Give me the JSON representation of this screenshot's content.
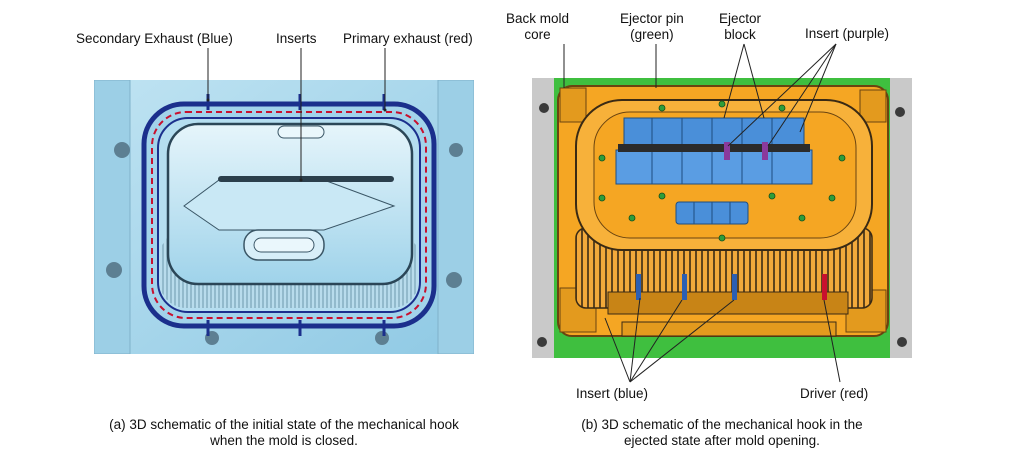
{
  "panel_a": {
    "labels": {
      "secondary_exhaust": "Secondary Exhaust (Blue)",
      "inserts": "Inserts",
      "primary_exhaust": "Primary exhaust (red)"
    },
    "caption_line1": "(a) 3D schematic of the initial state of the mechanical hook",
    "caption_line2": "when the mold is closed."
  },
  "panel_b": {
    "labels": {
      "back_mold_core_1": "Back mold",
      "back_mold_core_2": "core",
      "ejector_pin_1": "Ejector pin",
      "ejector_pin_2": "(green)",
      "ejector_block_1": "Ejector",
      "ejector_block_2": "block",
      "insert_purple": "Insert (purple)",
      "insert_blue": "Insert (blue)",
      "driver_red": "Driver (red)"
    },
    "caption_line1": "(b) 3D schematic of the mechanical hook in the",
    "caption_line2": "ejected state after mold opening."
  },
  "colors": {
    "mold_light_blue": "#a9d8ec",
    "exhaust_blue": "#1b2f8c",
    "exhaust_red": "#c8102e",
    "core_orange": "#f5a623",
    "plate_green": "#3fbf3f",
    "insert_blue": "#4a8fd9",
    "insert_purple": "#8a3a9c"
  }
}
